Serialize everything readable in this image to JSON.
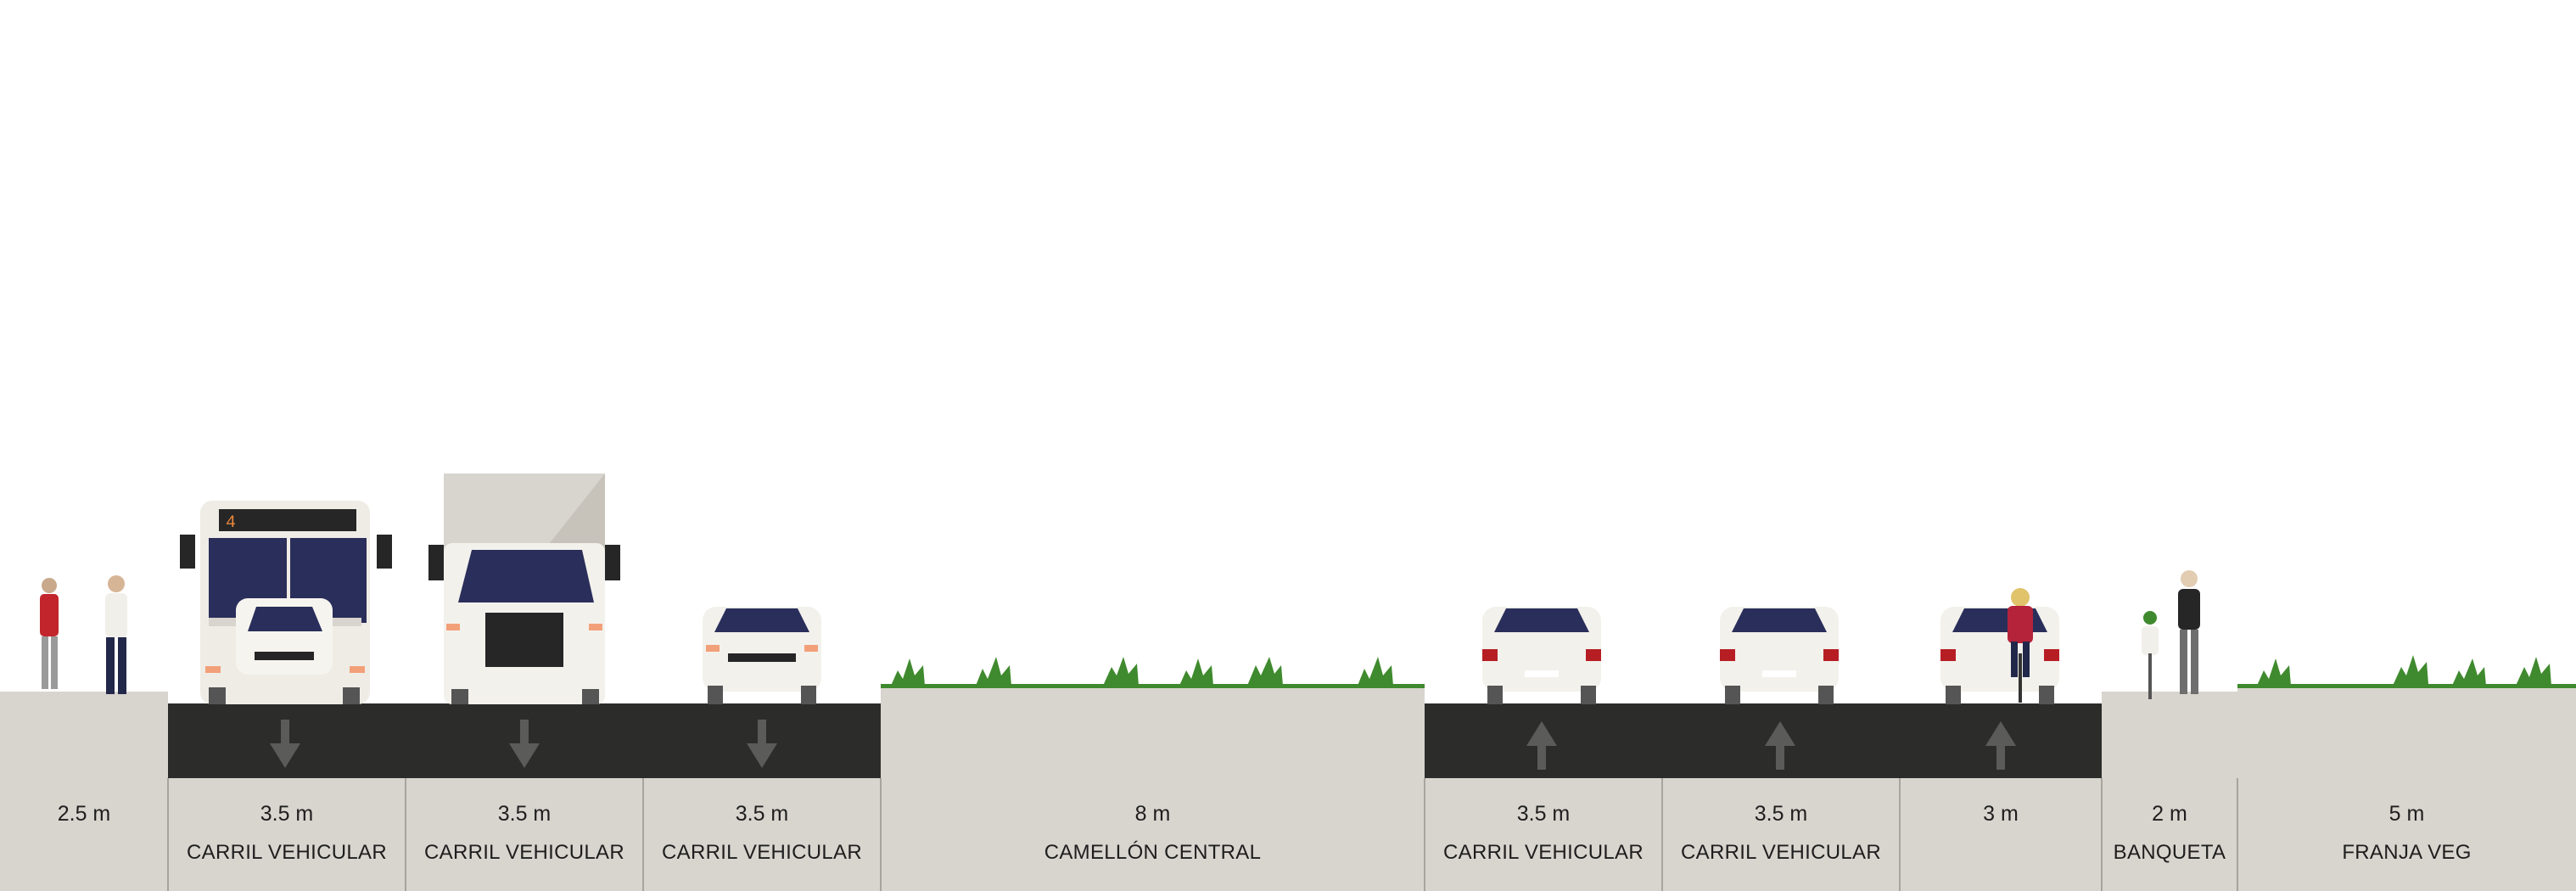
{
  "colors": {
    "sky": "#ffffff",
    "sidewalk": "#d8d4ce",
    "asphalt": "#2c2d2b",
    "arrow": "#5b5c5a",
    "divider": "#a9a49d",
    "plants": "#3f8a2e",
    "label": "#1e1e1e"
  },
  "segments": [
    {
      "width_label": "2.5 m",
      "name": "",
      "kind": "sidewalk"
    },
    {
      "width_label": "3.5 m",
      "name": "CARRIL VEHICULAR",
      "kind": "lane",
      "direction": "down",
      "vehicle": "bus"
    },
    {
      "width_label": "3.5 m",
      "name": "CARRIL VEHICULAR",
      "kind": "lane",
      "direction": "down",
      "vehicle": "truck"
    },
    {
      "width_label": "3.5 m",
      "name": "CARRIL VEHICULAR",
      "kind": "lane",
      "direction": "down",
      "vehicle": "car-front"
    },
    {
      "width_label": "8 m",
      "name": "CAMELLÓN CENTRAL",
      "kind": "median"
    },
    {
      "width_label": "3.5 m",
      "name": "CARRIL VEHICULAR",
      "kind": "lane",
      "direction": "up",
      "vehicle": "car-rear"
    },
    {
      "width_label": "3.5 m",
      "name": "CARRIL VEHICULAR",
      "kind": "lane",
      "direction": "up",
      "vehicle": "car-rear"
    },
    {
      "width_label": "3 m",
      "name": "",
      "kind": "lane",
      "direction": "up",
      "vehicle": "car-rear-bike"
    },
    {
      "width_label": "2 m",
      "name": "BANQUETA",
      "kind": "sidewalk"
    },
    {
      "width_label": "5 m",
      "name": "FRANJA VEG",
      "kind": "planting"
    }
  ],
  "bus_route": "4"
}
